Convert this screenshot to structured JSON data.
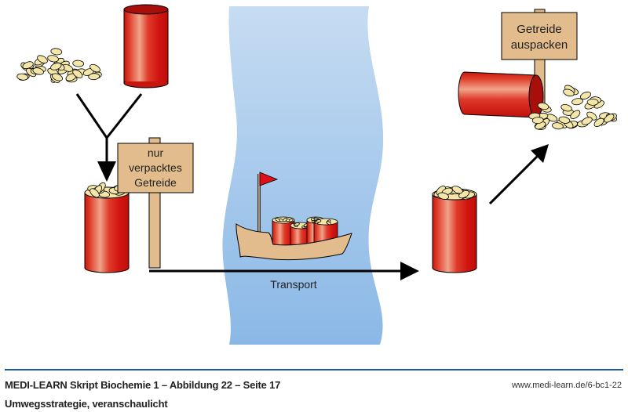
{
  "diagram": {
    "signs": {
      "packed_only": [
        "nur",
        "verpacktes",
        "Getreide"
      ],
      "unpack": [
        "Getreide",
        "auspacken"
      ]
    },
    "transport_label": "Transport",
    "colors": {
      "river_top": "#c6dcf2",
      "river_bottom": "#8ab8e6",
      "container_red": "#d9231c",
      "container_highlight": "#f0a48a",
      "grain": "#f3e6a8",
      "sign_wood": "#e2bc8c",
      "boat": "#e2bc8c",
      "flag": "#e0101a",
      "arrow": "#000000",
      "divider": "#1a5aa8"
    },
    "elements": [
      "loose grain",
      "empty container",
      "filled container",
      "sign",
      "boat with containers",
      "river",
      "filled container after transport",
      "tipped container with spilled grain",
      "sign"
    ]
  },
  "footer": {
    "title": "MEDI-LEARN Skript Biochemie 1 – Abbildung 22 – Seite 17",
    "url": "www.medi-learn.de/6-bc1-22",
    "subtitle": "Umwegsstrategie, veranschaulicht"
  }
}
